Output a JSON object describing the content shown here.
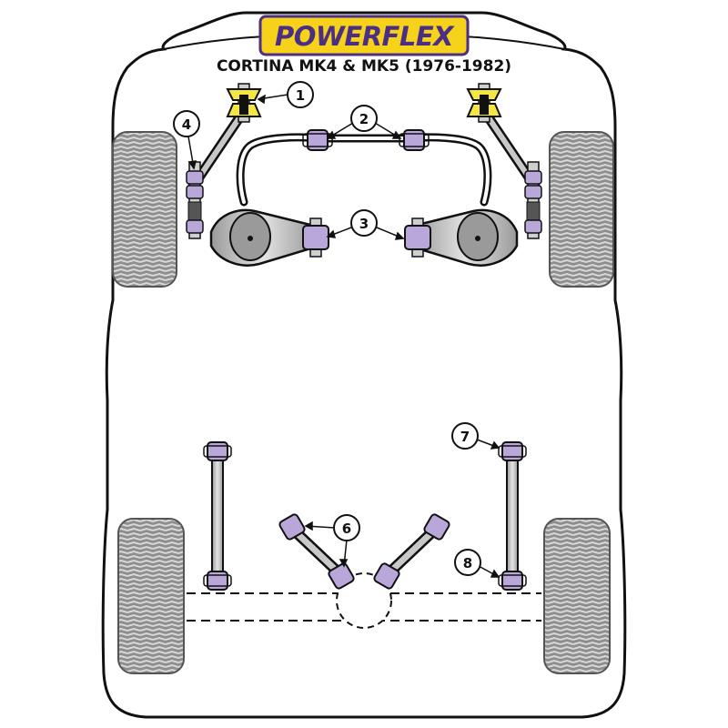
{
  "brand": {
    "logo_text": "POWERFLEX",
    "logo_bg_color": "#f6d21b",
    "logo_text_color": "#4b2f84",
    "model": "CORTINA MK4 & MK5 (1976-1982)"
  },
  "parts": [
    {
      "number": "1"
    },
    {
      "number": "2"
    },
    {
      "number": "3"
    },
    {
      "number": "4"
    },
    {
      "number": "6"
    },
    {
      "number": "7"
    },
    {
      "number": "8"
    }
  ],
  "colors": {
    "bush_purple": "#b9a7da",
    "bush_yellow": "#f6e640",
    "tyre_grey": "#8e8e8e",
    "arm_grey": "#c8c8c8",
    "outline": "#111111"
  }
}
